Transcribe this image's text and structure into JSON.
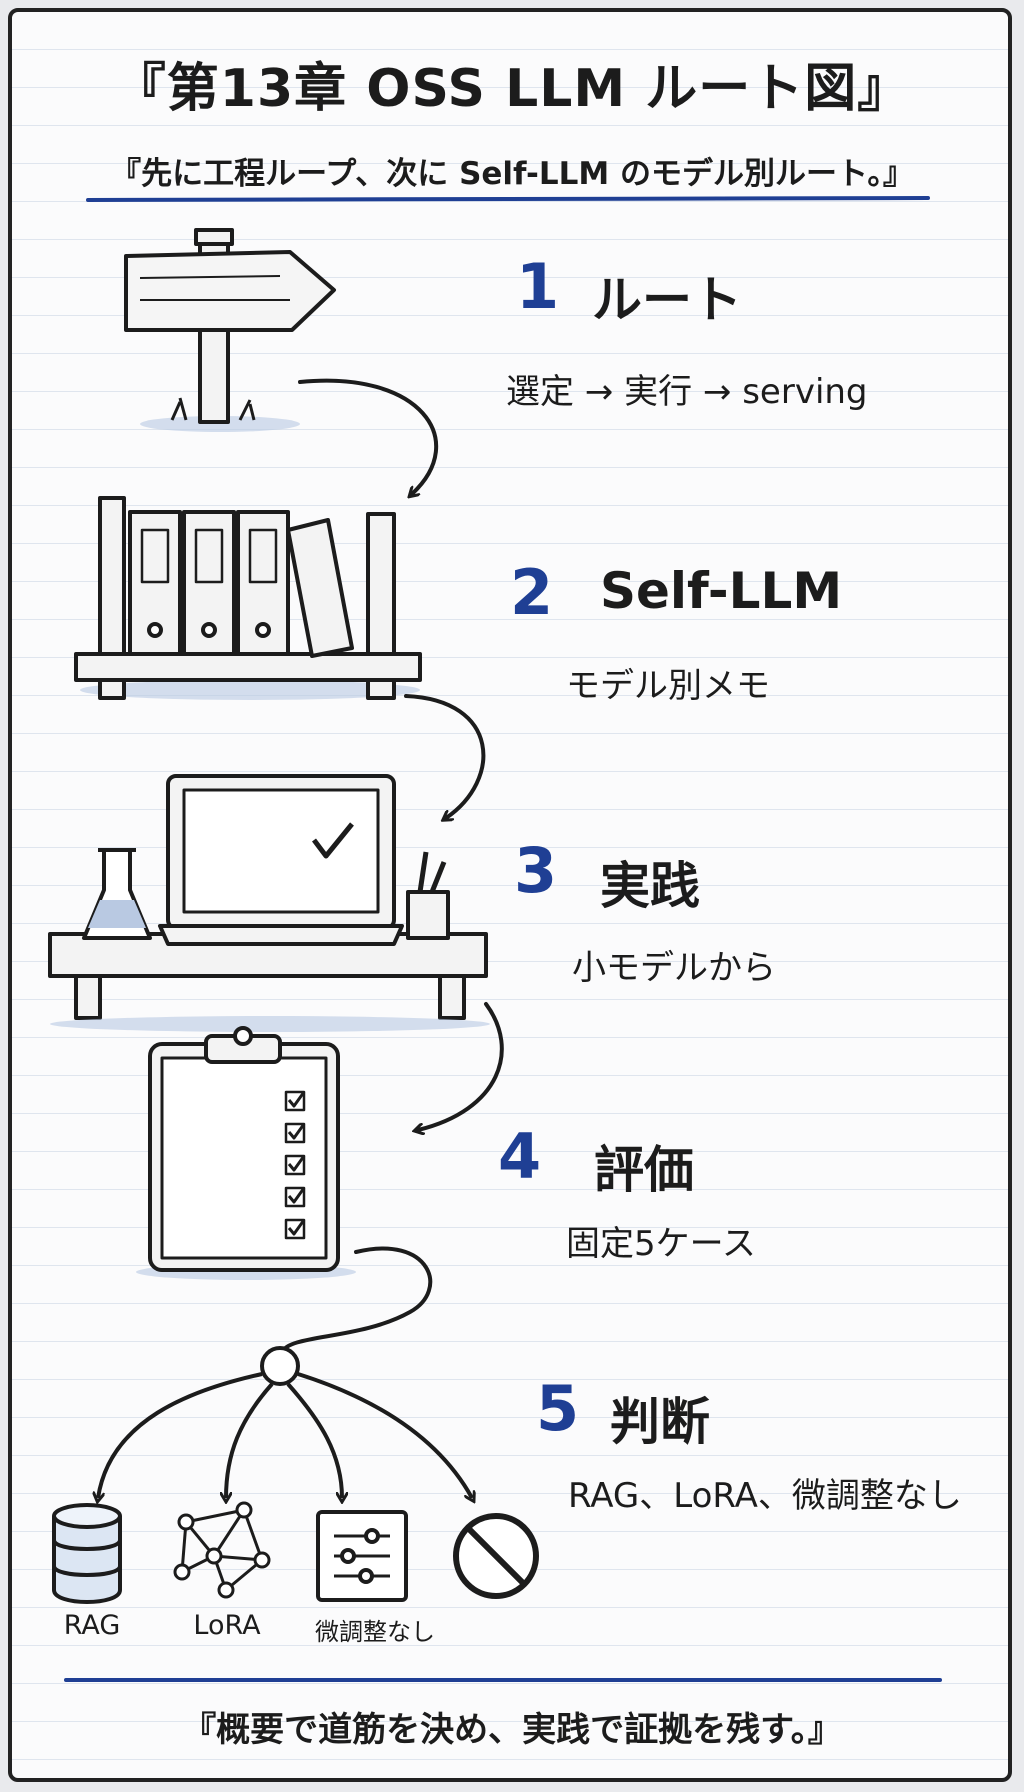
{
  "title": "『第13章 OSS LLM ルート図』",
  "subtitle": "『先に工程ループ、次に Self-LLM のモデル別ルート。』",
  "steps": [
    {
      "number": "1",
      "heading": "ルート",
      "detail": "選定 → 実行 → serving"
    },
    {
      "number": "2",
      "heading": "Self-LLM",
      "detail": "モデル別メモ"
    },
    {
      "number": "3",
      "heading": "実践",
      "detail": "小モデルから"
    },
    {
      "number": "4",
      "heading": "評価",
      "detail": "固定5ケース"
    },
    {
      "number": "5",
      "heading": "判断",
      "detail": "RAG、LoRA、微調整なし"
    }
  ],
  "options": [
    {
      "label": "RAG",
      "icon": "database-icon"
    },
    {
      "label": "LoRA",
      "icon": "network-graph-icon"
    },
    {
      "label": "微調整なし",
      "icon": "sliders-icon"
    },
    {
      "label": "",
      "icon": "prohibited-icon"
    }
  ],
  "footer": "『概要で道筋を決め、実践で証拠を残す。』",
  "colors": {
    "accent": "#1f3f94",
    "ink": "#1c1c1c",
    "paper": "#fbfbfc",
    "rule": "#dfe5ee",
    "shade": "#b9c9e2"
  }
}
